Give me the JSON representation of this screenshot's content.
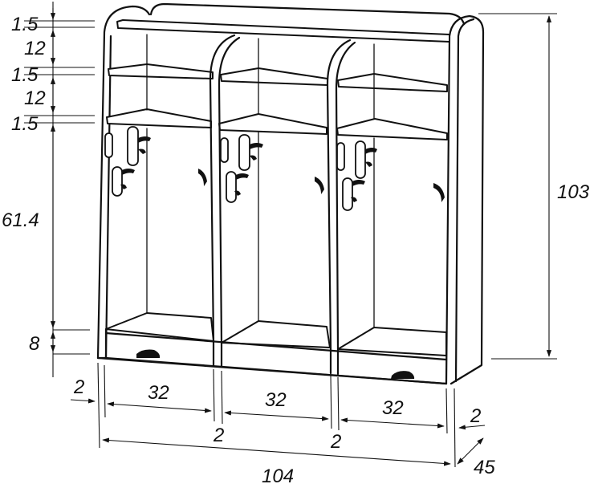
{
  "diagram": {
    "dimensions": {
      "top_board": "1.5",
      "upper_gap": "12",
      "shelf_1": "1.5",
      "lower_gap": "12",
      "shelf_2": "1.5",
      "hanging_height": "61.4",
      "plinth": "8",
      "total_height": "103",
      "side_left": "2",
      "compartment_1": "32",
      "compartment_2": "32",
      "compartment_3": "32",
      "side_right": "2",
      "partition_1": "2",
      "partition_2": "2",
      "total_width": "104",
      "depth": "45"
    }
  }
}
